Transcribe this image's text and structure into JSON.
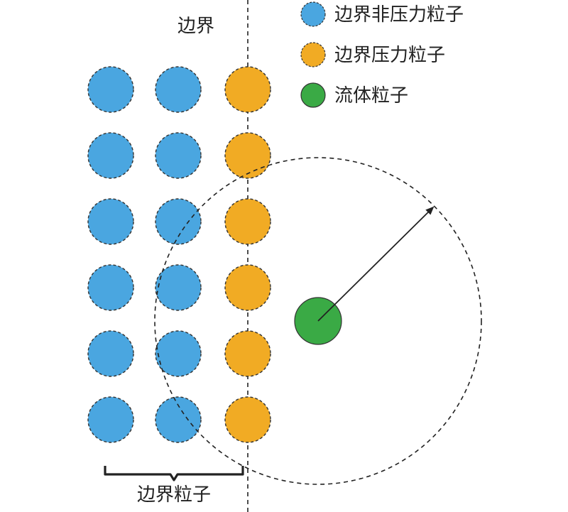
{
  "labels": {
    "boundary": "边界",
    "boundary_particles": "边界粒子"
  },
  "legend": [
    {
      "label": "边界非压力粒子",
      "color": "#4aa6e0"
    },
    {
      "label": "边界压力粒子",
      "color": "#f1ab24"
    },
    {
      "label": "流体粒子",
      "color": "#3aaa45"
    }
  ],
  "grid": {
    "rows": 6,
    "columns": [
      {
        "type": "boundary-non-pressure",
        "color": "#4aa6e0"
      },
      {
        "type": "boundary-non-pressure",
        "color": "#4aa6e0"
      },
      {
        "type": "boundary-pressure",
        "color": "#f1ab24"
      }
    ]
  },
  "fluid_particle": {
    "color": "#3aaa45"
  },
  "colors": {
    "outline": "#333333",
    "line": "#222222"
  }
}
